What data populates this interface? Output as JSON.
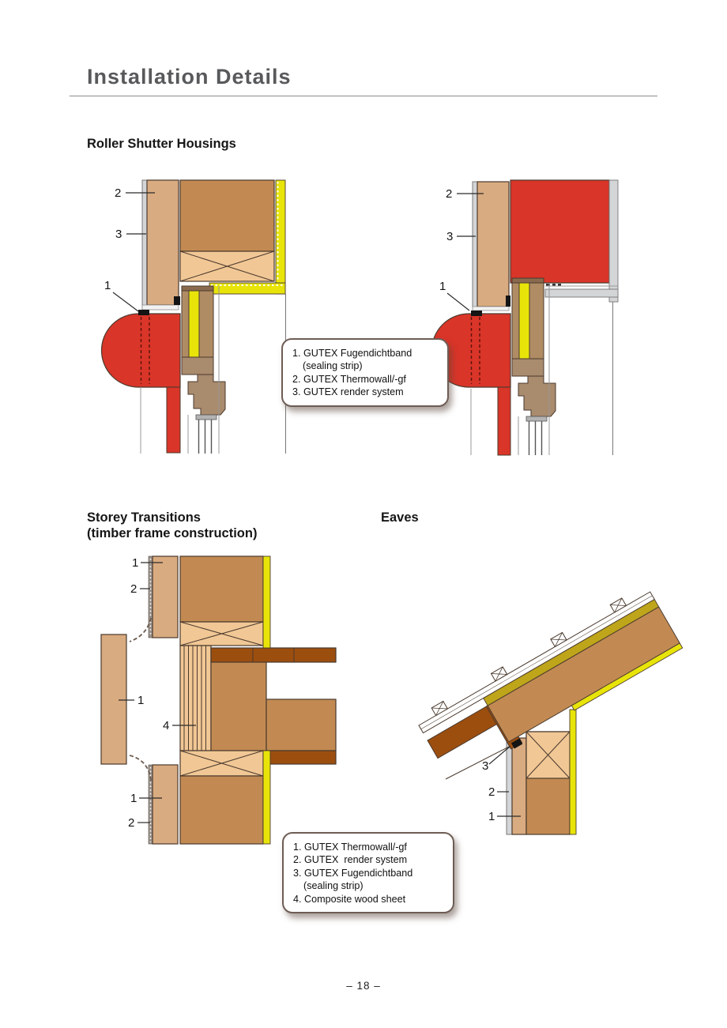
{
  "page": {
    "title": "Installation Details",
    "page_number": "– 18 –"
  },
  "sections": {
    "roller": {
      "heading": "Roller Shutter Housings"
    },
    "storey": {
      "heading": "Storey Transitions",
      "subheading": "(timber frame construction)"
    },
    "eaves": {
      "heading": "Eaves"
    }
  },
  "callout_roller": {
    "items": [
      "1. GUTEX Fugendichtband",
      "(sealing strip)",
      "2. GUTEX Thermowall/-gf",
      "3. GUTEX render system"
    ]
  },
  "callout_storey": {
    "items": [
      "1. GUTEX Thermowall/-gf",
      "2. GUTEX  render system",
      "3. GUTEX Fugendichtband",
      "(sealing strip)",
      "4. Composite wood sheet"
    ]
  },
  "labels": {
    "roller_left": {
      "n1": "1",
      "n2": "2",
      "n3": "3"
    },
    "roller_right": {
      "n1": "1",
      "n2": "2",
      "n3": "3"
    },
    "storey": {
      "top1": "1",
      "top2": "2",
      "mid1": "1",
      "mid4": "4",
      "bot1": "1",
      "bot2": "2"
    },
    "eaves": {
      "n1": "1",
      "n2": "2",
      "n3": "3"
    }
  },
  "colors": {
    "red": "#d93528",
    "tan_panel": "#d9ab80",
    "timber_brown": "#c28a52",
    "cross_section_tan": "#f1c795",
    "insulation_yellow": "#e8e409",
    "roof_olive": "#bea51a",
    "floor_dark_brown": "#9c4e0f",
    "render_gray": "#d4d5d7",
    "frame_brown": "#b08c64"
  }
}
